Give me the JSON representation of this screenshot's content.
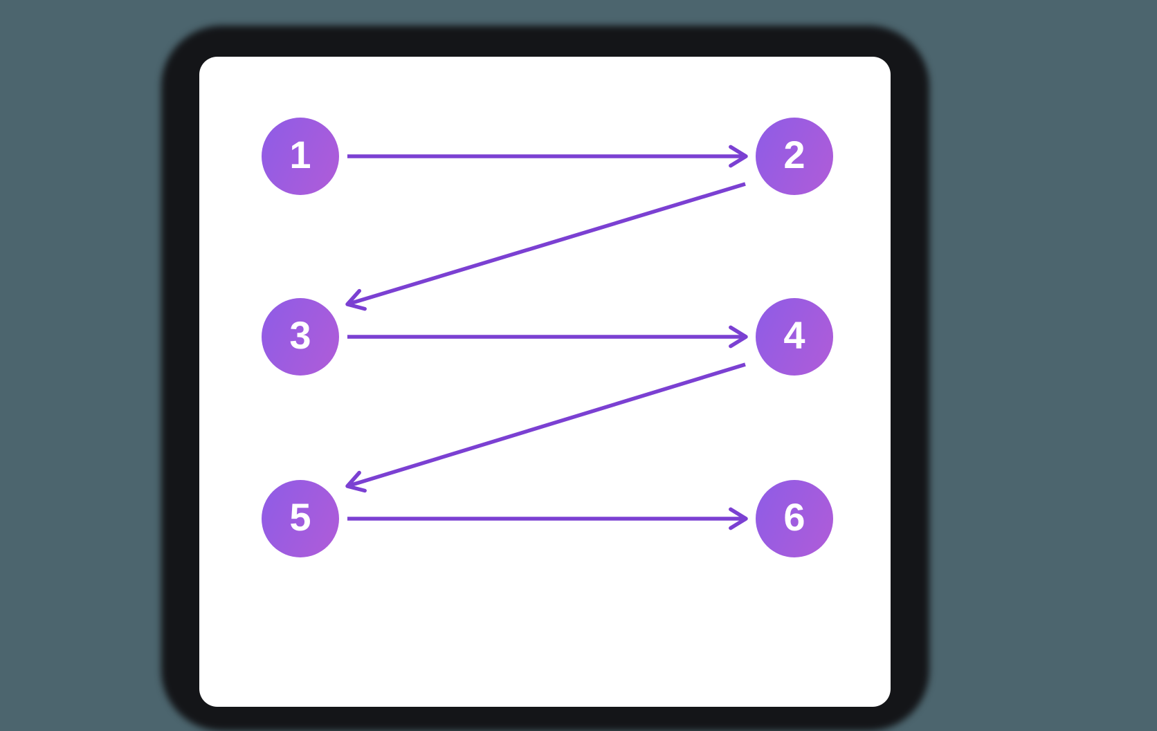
{
  "canvas": {
    "background_color": "#4C656E",
    "card_color": "#FFFFFF",
    "shadow_color": "#141518"
  },
  "diagram": {
    "type": "flow",
    "description": "Six numbered steps connected by arrows in a zigzag sequence",
    "arrow_color": "#7B40D2",
    "node_gradient_start": "#8E5CE6",
    "node_gradient_end": "#B05CD8",
    "node_text_color": "#FFFFFF",
    "nodes": [
      {
        "label": "1",
        "row": 0,
        "col": 0
      },
      {
        "label": "2",
        "row": 0,
        "col": 1
      },
      {
        "label": "3",
        "row": 1,
        "col": 0
      },
      {
        "label": "4",
        "row": 1,
        "col": 1
      },
      {
        "label": "5",
        "row": 2,
        "col": 0
      },
      {
        "label": "6",
        "row": 2,
        "col": 1
      }
    ],
    "edges": [
      {
        "from": "1",
        "to": "2"
      },
      {
        "from": "2",
        "to": "3"
      },
      {
        "from": "3",
        "to": "4"
      },
      {
        "from": "4",
        "to": "5"
      },
      {
        "from": "5",
        "to": "6"
      }
    ]
  }
}
